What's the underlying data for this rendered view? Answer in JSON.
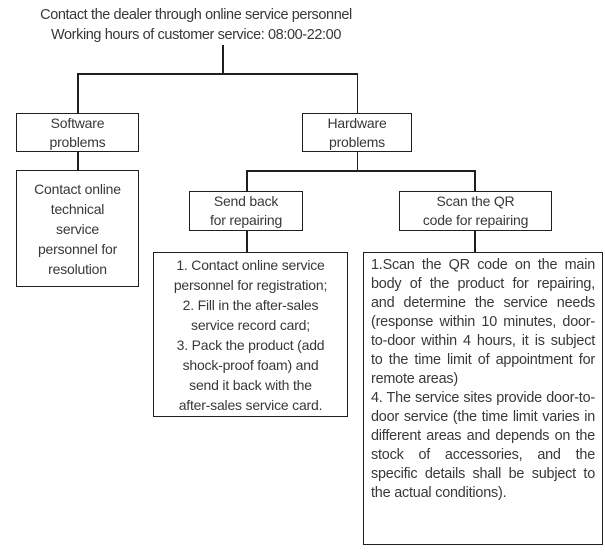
{
  "diagram": {
    "header": {
      "line1": "Contact the dealer through online service personnel",
      "line2": "Working hours of customer service: 08:00-22:00"
    },
    "nodes": {
      "software_problems": {
        "label": "Software\nproblems"
      },
      "hardware_problems": {
        "label": "Hardware\nproblems"
      },
      "software_resolution": {
        "label": "Contact online\ntechnical\nservice\npersonnel for\nresolution"
      },
      "send_back": {
        "label": "Send back\nfor repairing"
      },
      "scan_qr": {
        "label": "Scan the QR\ncode for repairing"
      },
      "send_back_steps": {
        "label": "1. Contact online service\npersonnel for registration;\n2. Fill in the after-sales\nservice record card;\n3. Pack the product (add\nshock-proof foam) and\nsend it back with the\nafter-sales service card."
      },
      "scan_qr_steps": {
        "label": "1.Scan the QR code on the main body of the product for repairing, and determine the service needs (response within 10 minutes, door-to-door within 4 hours, it is subject to the time limit of appointment for remote areas)\n4. The service sites provide door-to-door service (the time limit varies in different areas and depends on the stock of accessories, and the specific details shall be subject to the actual conditions)."
      }
    },
    "colors": {
      "border": "#1f1f1f",
      "text": "#38383c",
      "background": "#ffffff"
    }
  }
}
